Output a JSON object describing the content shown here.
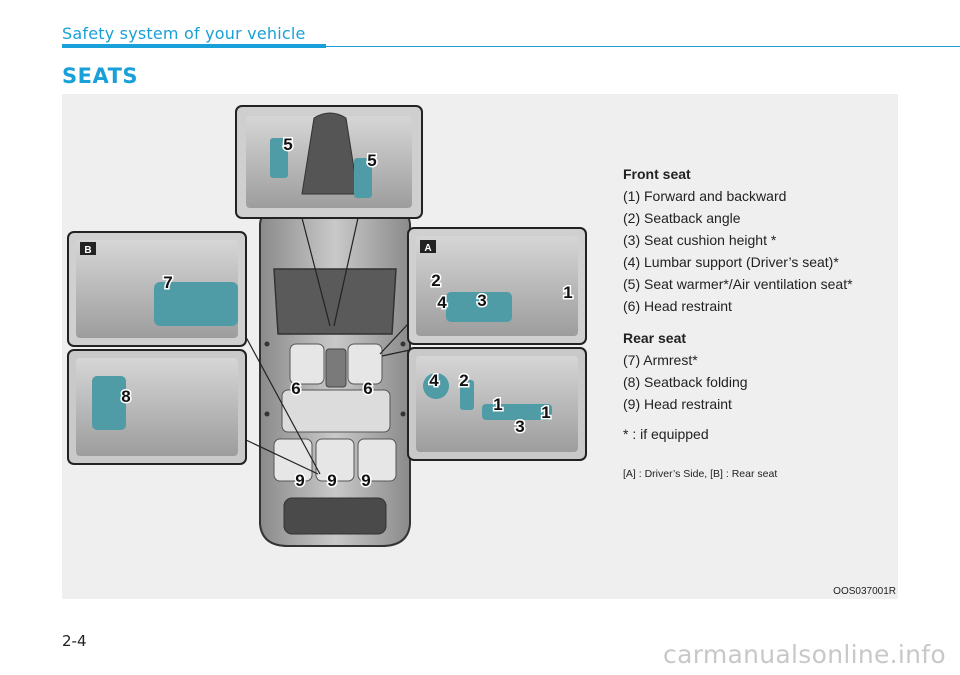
{
  "header": {
    "section": "Safety system of your vehicle"
  },
  "title": "SEATS",
  "figure": {
    "inset_labels": {
      "a": "A",
      "b": "B"
    },
    "callouts": [
      "5",
      "5",
      "7",
      "8",
      "2",
      "4",
      "3",
      "1",
      "4",
      "2",
      "1",
      "1",
      "3",
      "6",
      "6",
      "9",
      "9",
      "9"
    ],
    "legend": {
      "front_heading": "Front seat",
      "front_items": [
        "(1) Forward and backward",
        "(2) Seatback angle",
        "(3) Seat cushion height *",
        "(4) Lumbar support (Driver’s seat)*",
        "(5) Seat warmer*/Air ventilation seat*",
        "(6) Head restraint"
      ],
      "rear_heading": "Rear seat",
      "rear_items": [
        "(7) Armrest*",
        "(8) Seatback folding",
        "(9) Head restraint"
      ],
      "note": "* : if equipped",
      "caption": "[A] : Driver’s Side, [B] : Rear seat"
    },
    "code": "OOS037001R"
  },
  "page_number": "2-4",
  "watermark": "carmanualsonline.info",
  "colors": {
    "accent": "#1aa0d8",
    "figure_bg": "#efefef",
    "seat_control": "#4f9ba6"
  }
}
